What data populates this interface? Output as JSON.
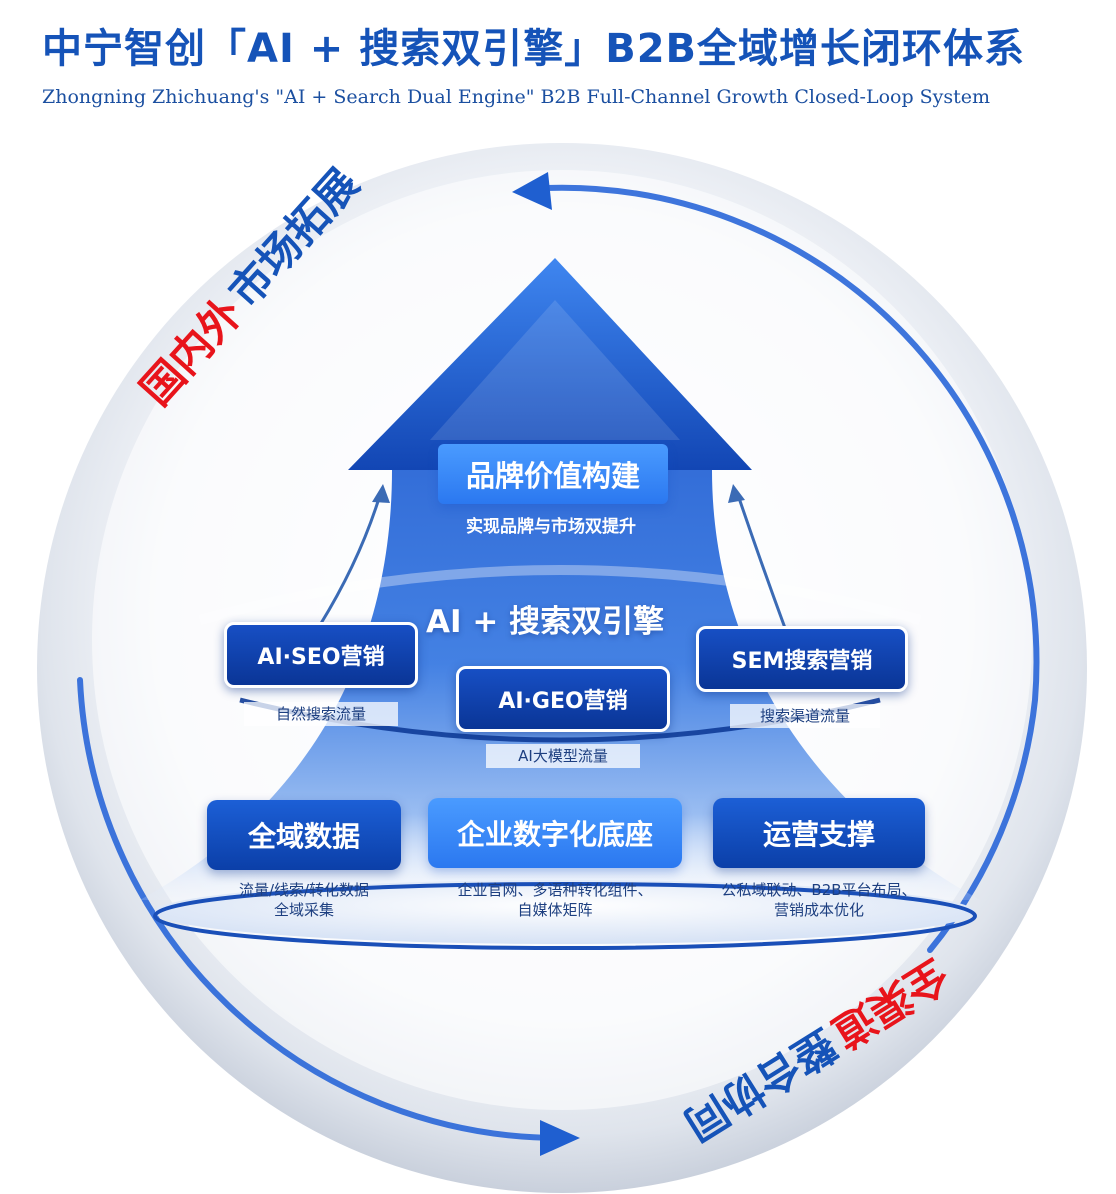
{
  "header": {
    "title": "中宁智创「AI + 搜索双引擎」B2B全域增长闭环体系",
    "subtitle": "Zhongning Zhichuang's \"AI + Search Dual Engine\" B2B Full-Channel Growth Closed-Loop System"
  },
  "ring": {
    "top_left_red": "国内外",
    "top_left_blue": "市场拓展",
    "bottom_right_red": "全渠道",
    "bottom_right_blue": "整合协同"
  },
  "brand": {
    "title": "品牌价值构建",
    "subtitle": "实现品牌与市场双提升"
  },
  "engine_label": "AI + 搜索双引擎",
  "engines": {
    "seo": {
      "label": "AI·SEO营销",
      "caption": "自然搜索流量"
    },
    "geo": {
      "label": "AI·GEO营销",
      "caption": "AI大模型流量"
    },
    "sem": {
      "label": "SEM搜索营销",
      "caption": "搜索渠道流量"
    }
  },
  "foundation": {
    "data": {
      "label": "全域数据",
      "caption_line1": "流量/线索/转化数据",
      "caption_line2": "全域采集"
    },
    "digital": {
      "label": "企业数字化底座",
      "caption_line1": "企业官网、多语种转化组件、",
      "caption_line2": "自媒体矩阵"
    },
    "ops": {
      "label": "运营支撑",
      "caption_line1": "公私域联动、B2B平台布局、",
      "caption_line2": "营销成本优化"
    }
  },
  "colors": {
    "primary_blue": "#1553b8",
    "accent_red": "#e8141b",
    "light_blue": "#2b78f0"
  }
}
